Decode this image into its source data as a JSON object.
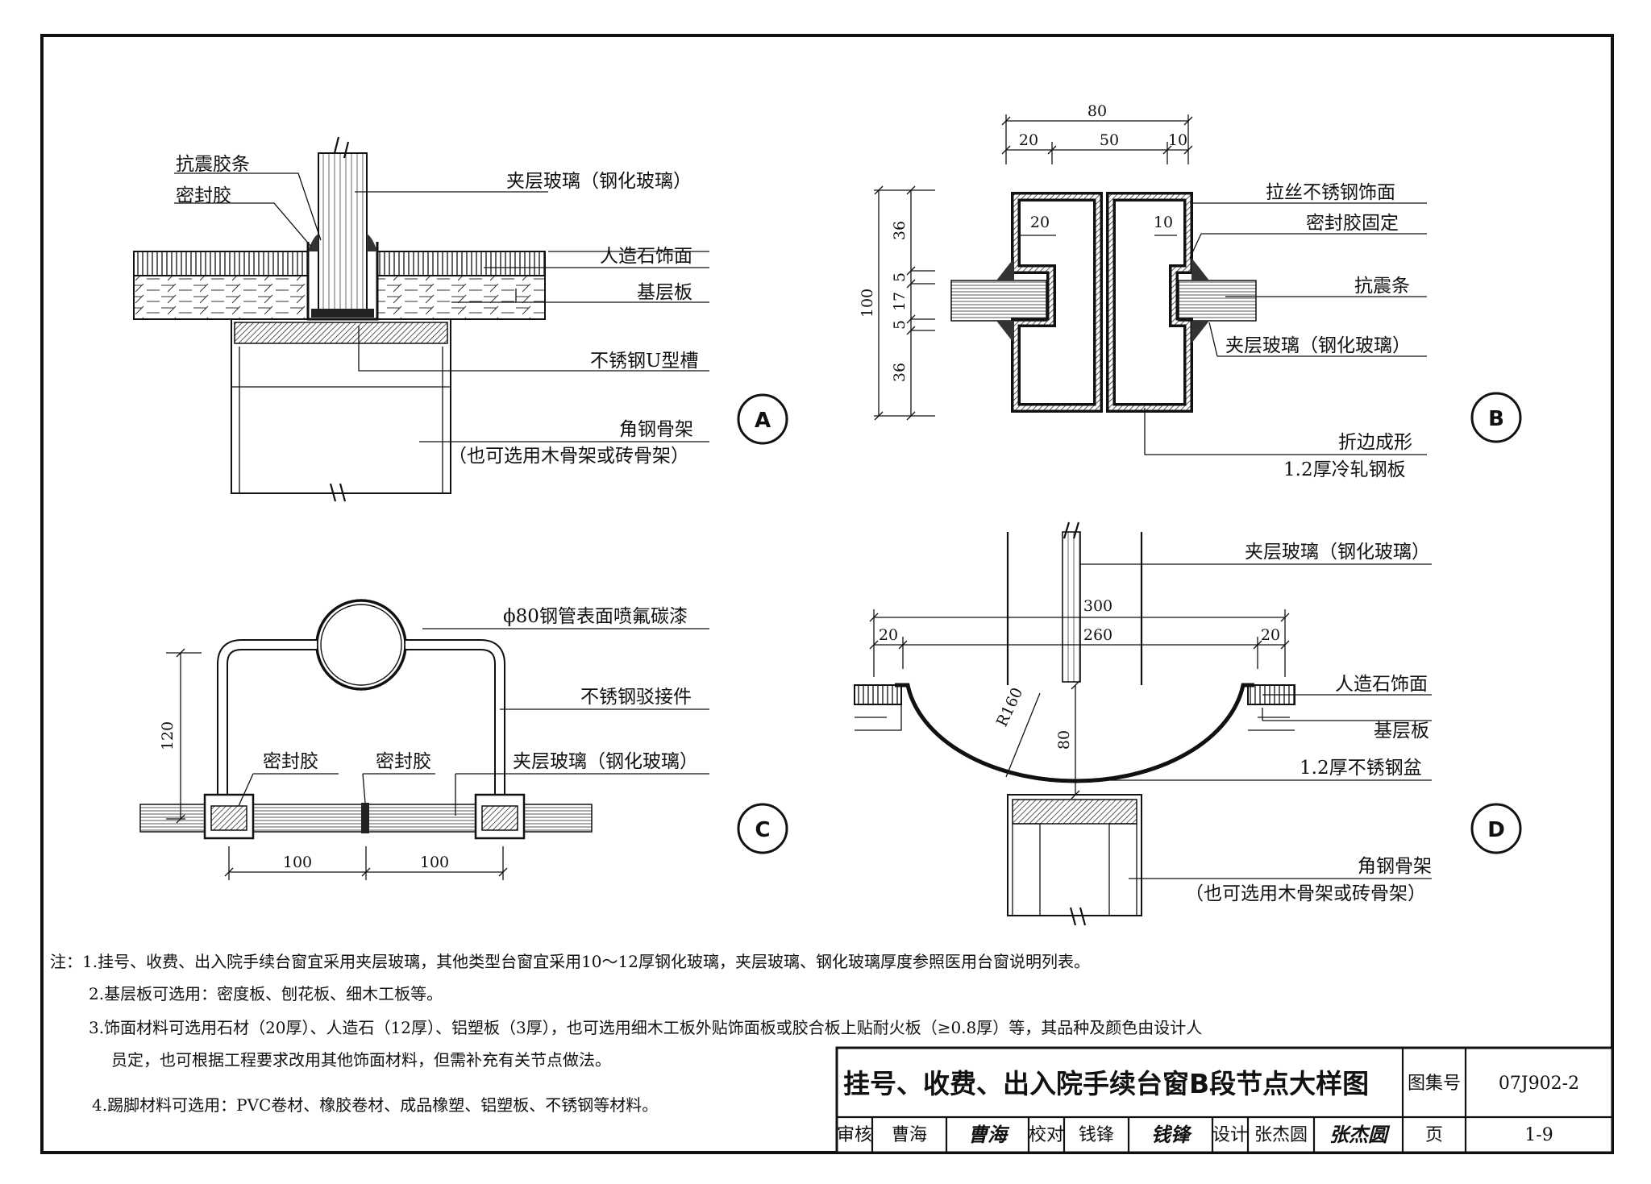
{
  "detail_a": {
    "badge": "A",
    "labels": {
      "seismic_strip": "抗震胶条",
      "sealant": "密封胶",
      "laminated_glass": "夹层玻璃（钢化玻璃）",
      "artificial_stone": "人造石饰面",
      "base_board": "基层板",
      "u_channel": "不锈钢U型槽",
      "angle_frame": "角钢骨架",
      "angle_frame_alt": "（也可选用木骨架或砖骨架）"
    }
  },
  "detail_b": {
    "badge": "B",
    "labels": {
      "brushed_steel": "拉丝不锈钢饰面",
      "sealant_fixed": "密封胶固定",
      "seismic_strip": "抗震条",
      "laminated_glass": "夹层玻璃（钢化玻璃）",
      "folded": "折边成形",
      "steel_plate": "1.2厚冷轧钢板"
    },
    "dims": {
      "total_w": "80",
      "w_left": "20",
      "w_mid": "50",
      "w_right": "10",
      "inner_left": "20",
      "inner_right": "10",
      "total_h": "100",
      "h_top": "36",
      "h_a": "5",
      "h_mid": "17",
      "h_b": "5",
      "h_bottom": "36"
    }
  },
  "detail_c": {
    "badge": "C",
    "labels": {
      "steel_tube": "ϕ80钢管表面喷氟碳漆",
      "connector": "不锈钢驳接件",
      "sealant_1": "密封胶",
      "sealant_2": "密封胶",
      "laminated_glass": "夹层玻璃（钢化玻璃）"
    },
    "dims": {
      "height": "120",
      "left": "100",
      "right": "100"
    }
  },
  "detail_d": {
    "badge": "D",
    "labels": {
      "laminated_glass": "夹层玻璃（钢化玻璃）",
      "artificial_stone": "人造石饰面",
      "base_board": "基层板",
      "steel_basin": "1.2厚不锈钢盆",
      "angle_frame": "角钢骨架",
      "angle_frame_alt": "（也可选用木骨架或砖骨架）"
    },
    "dims": {
      "outer": "300",
      "inner": "260",
      "left": "20",
      "right": "20",
      "radius": "R160",
      "depth": "80"
    }
  },
  "notes": {
    "line1": "注：1.挂号、收费、出入院手续台窗宜采用夹层玻璃，其他类型台窗宜采用10～12厚钢化玻璃，夹层玻璃、钢化玻璃厚度参照医用台窗说明列表。",
    "line2": "2.基层板可选用：密度板、刨花板、细木工板等。",
    "line3": "3.饰面材料可选用石材（20厚）、人造石（12厚）、铝塑板（3厚），也可选用细木工板外贴饰面板或胶合板上贴耐火板（≥0.8厚）等，其品种及颜色由设计人",
    "line4": "员定，也可根据工程要求改用其他饰面材料，但需补充有关节点做法。",
    "line5": "4.踢脚材料可选用：PVC卷材、橡胶卷材、成品橡塑、铝塑板、不锈钢等材料。"
  },
  "title_block": {
    "title": "挂号、收费、出入院手续台窗B段节点大样图",
    "atlas_label": "图集号",
    "atlas_no": "07J902-2",
    "review_label": "审核",
    "reviewer": "曹海",
    "reviewer_sig": "曹海",
    "check_label": "校对",
    "checker": "钱锋",
    "checker_sig": "钱锋",
    "design_label": "设计",
    "designer": "张杰圆",
    "designer_sig": "张杰圆",
    "page_label": "页",
    "page_no": "1-9"
  }
}
